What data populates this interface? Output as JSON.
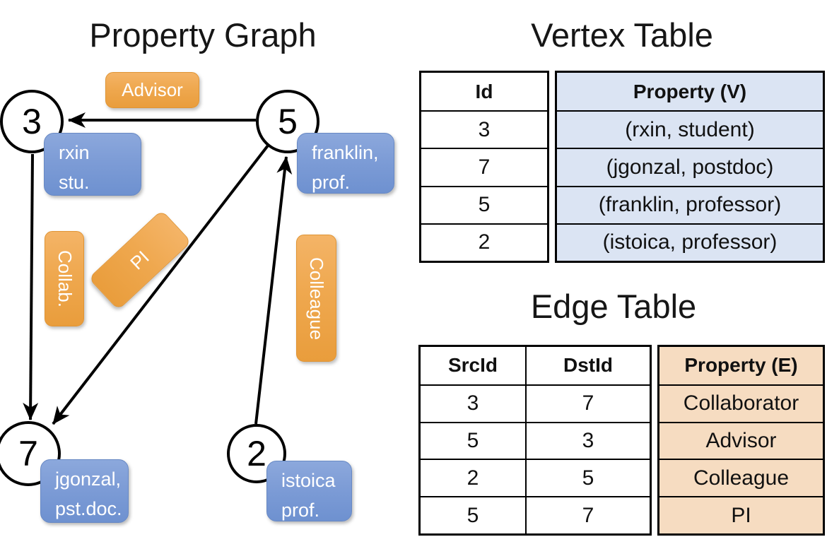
{
  "graph": {
    "title": "Property Graph",
    "nodes": [
      {
        "id": "3",
        "line1": "rxin",
        "line2": "stu."
      },
      {
        "id": "5",
        "line1": "franklin,",
        "line2": "prof."
      },
      {
        "id": "7",
        "line1": "jgonzal,",
        "line2": "pst.doc."
      },
      {
        "id": "2",
        "line1": "istoica",
        "line2": "prof."
      }
    ],
    "edge_labels": {
      "advisor": "Advisor",
      "collab": "Collab.",
      "pi": "PI",
      "colleague": "Colleague"
    }
  },
  "vertex_table": {
    "title": "Vertex Table",
    "columns": {
      "id": "Id",
      "property": "Property (V)"
    },
    "rows": [
      {
        "id": "3",
        "property": "(rxin, student)"
      },
      {
        "id": "7",
        "property": "(jgonzal, postdoc)"
      },
      {
        "id": "5",
        "property": "(franklin, professor)"
      },
      {
        "id": "2",
        "property": "(istoica, professor)"
      }
    ]
  },
  "edge_table": {
    "title": "Edge Table",
    "columns": {
      "src": "SrcId",
      "dst": "DstId",
      "property": "Property (E)"
    },
    "rows": [
      {
        "src": "3",
        "dst": "7",
        "property": "Collaborator"
      },
      {
        "src": "5",
        "dst": "3",
        "property": "Advisor"
      },
      {
        "src": "2",
        "dst": "5",
        "property": "Colleague"
      },
      {
        "src": "5",
        "dst": "7",
        "property": "PI"
      }
    ]
  },
  "colors": {
    "vertex_property_fill": "#dbe4f3",
    "edge_property_fill": "#f6dcc1",
    "node_label_blue": "#7d9cd6",
    "edge_label_orange": "#efa84f",
    "line_black": "#000000"
  }
}
